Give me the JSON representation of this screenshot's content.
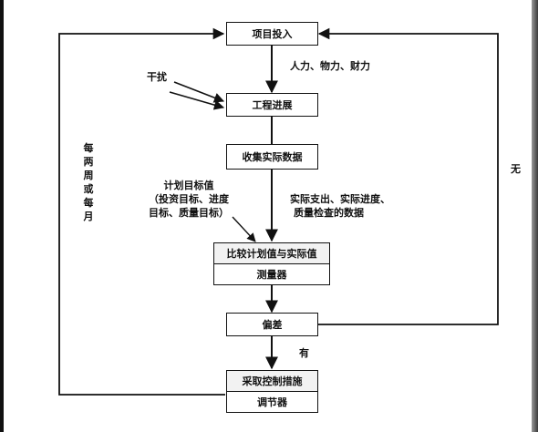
{
  "boxes": {
    "input": "项目投入",
    "progress": "工程进展",
    "collect": "收集实际数据",
    "compare": "比较计划值与实际值",
    "measure": "测量器",
    "deviation": "偏差",
    "action": "采取控制措施",
    "regulator": "调节器"
  },
  "labels": {
    "resources": "人力、物力、财力",
    "interference": "干扰",
    "plan_title": "计划目标值",
    "plan_line2": "（投资目标、进度",
    "plan_line3": "目标、质量目标）",
    "actual_line1": "实际支出、实际进度、",
    "actual_line2": "质量检查的数据",
    "cycle": "每两周或每月",
    "no": "无",
    "yes": "有"
  },
  "colors": {
    "line": "#111111",
    "background": "#ffffff"
  }
}
